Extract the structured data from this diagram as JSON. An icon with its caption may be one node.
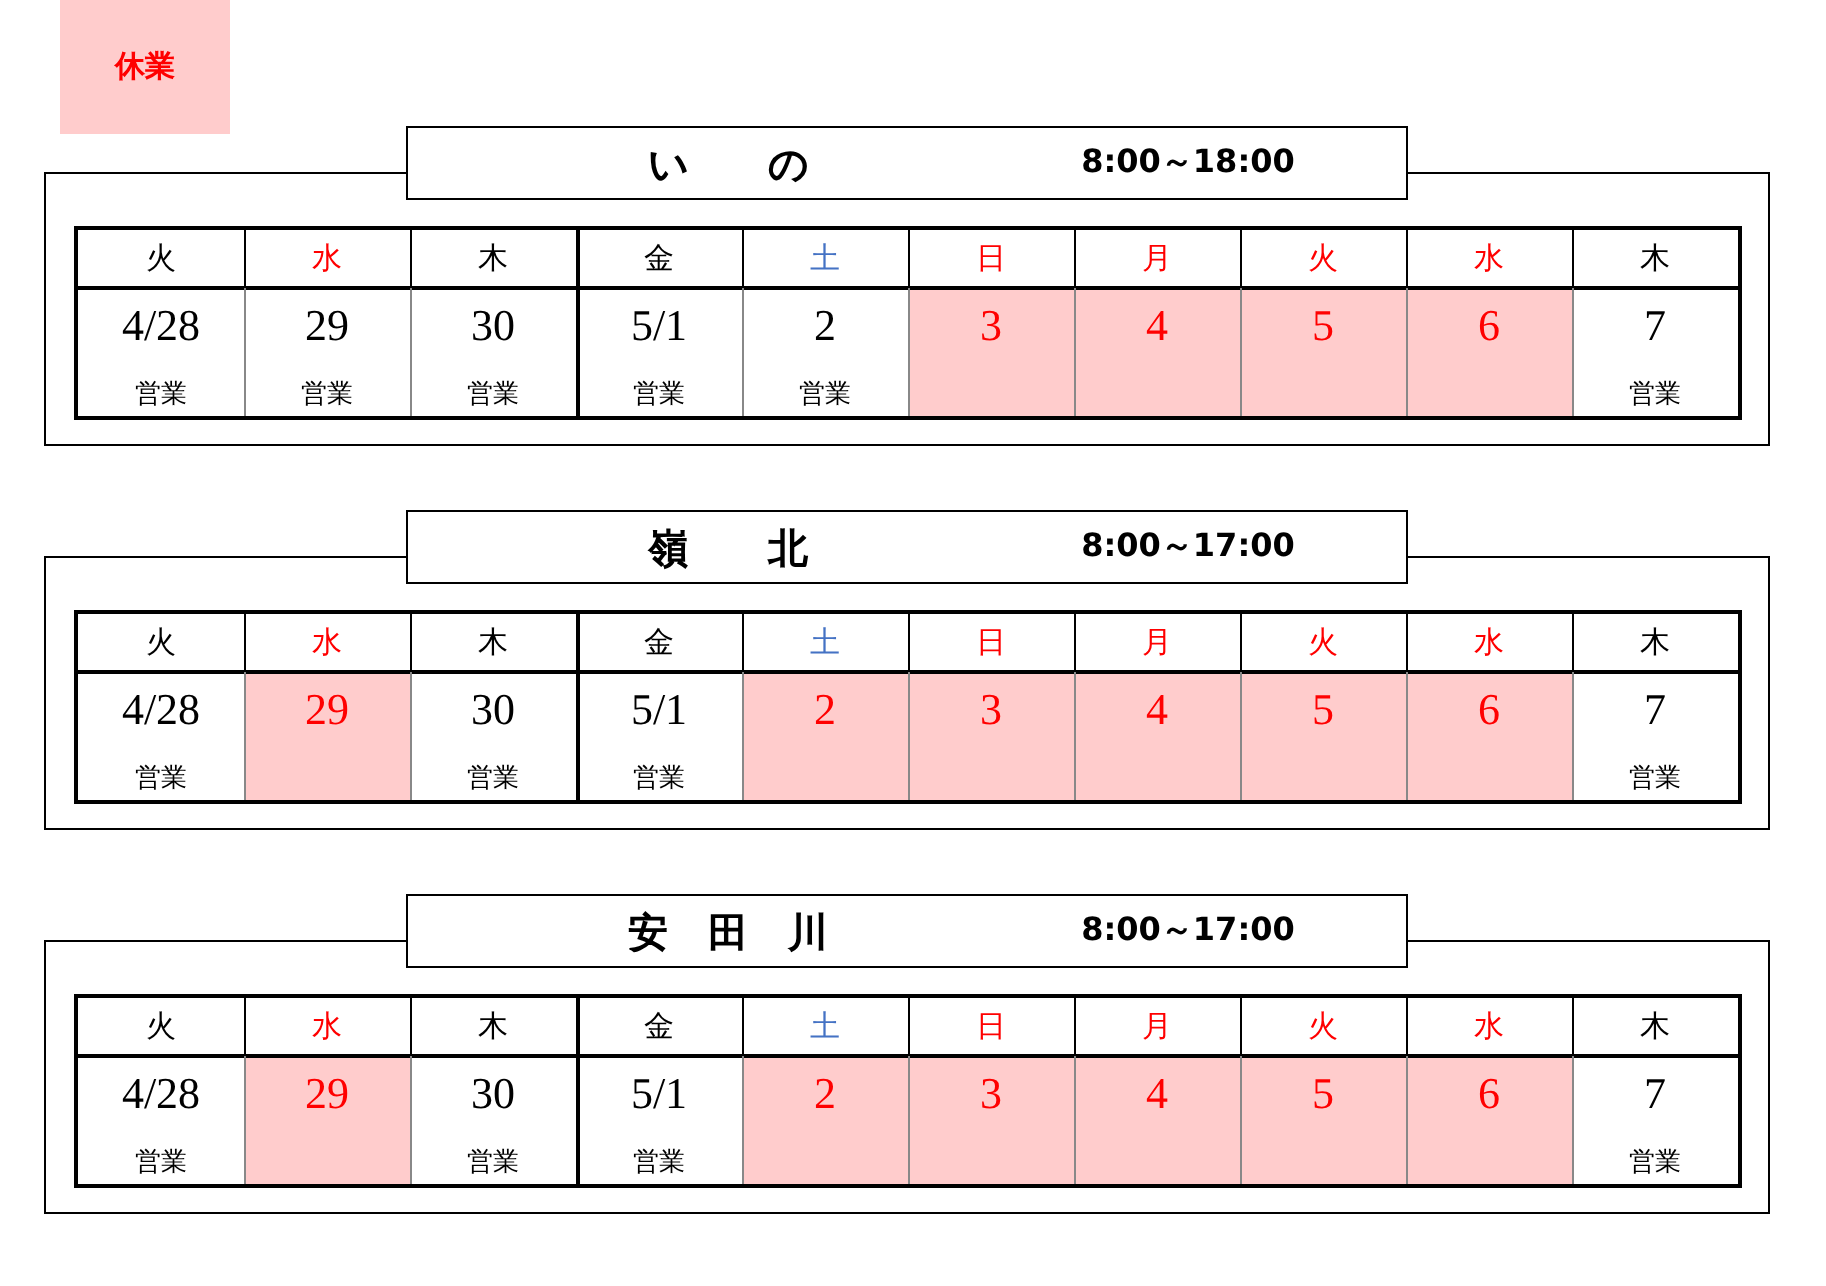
{
  "diagram": {
    "nodes": [
      {
        "text": [
          "い　　の",
          "8:00～18:00"
        ]
      },
      {
        "text": [
          "嶺　　北",
          "8:00～17:00"
        ]
      },
      {
        "text": [
          "安　田　川",
          "8:00～17:00"
        ]
      }
    ],
    "labels": [
      "火",
      "水",
      "木",
      "金",
      "土",
      "日",
      "月",
      "火",
      "水",
      "木",
      "4/28",
      "29",
      "30",
      "5/1",
      "2",
      "3",
      "4",
      "5",
      "6",
      "7",
      "営業",
      "営業",
      "営業",
      "営業",
      "営業",
      "営業",
      "火",
      "水",
      "木",
      "金",
      "土",
      "日",
      "月",
      "火",
      "水",
      "木",
      "4/28",
      "29",
      "30",
      "5/1",
      "2",
      "3",
      "4",
      "5",
      "6",
      "7",
      "営業",
      "営業",
      "営業",
      "営業",
      "火",
      "水",
      "木",
      "金",
      "土",
      "日",
      "月",
      "火",
      "水",
      "木",
      "4/28",
      "29",
      "30",
      "5/1",
      "2",
      "3",
      "4",
      "5",
      "6",
      "7",
      "営業",
      "営業",
      "営業",
      "営業"
    ],
    "legend": [
      {
        "text": "休業",
        "color": "#ffcccc"
      }
    ]
  }
}
